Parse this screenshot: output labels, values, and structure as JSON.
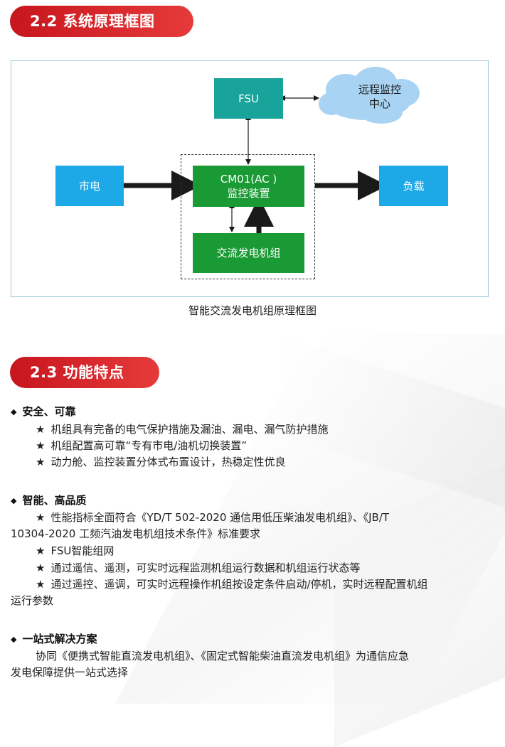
{
  "section_2_2": {
    "title": "2.2 系统原理框图"
  },
  "diagram": {
    "grid": "市电",
    "fsu": "FSU",
    "remote_center_line1": "远程监控",
    "remote_center_line2": "中心",
    "controller_line1": "CM01(AC )",
    "controller_line2": "监控装置",
    "load": "负载",
    "generator": "交流发电机组",
    "caption": "智能交流发电机组原理框图"
  },
  "section_2_3": {
    "title": "2.3 功能特点"
  },
  "features": {
    "bullet_symbol": "◆",
    "star_symbol": "★",
    "group1": {
      "heading": "安全、可靠",
      "items": [
        "机组具有完备的电气保护措施及漏油、漏电、漏气防护措施",
        "机组配置高可靠“专有市电/油机切换装置”",
        "动力舱、监控装置分体式布置设计，热稳定性优良"
      ]
    },
    "group2": {
      "heading": "智能、高品质",
      "item1_line1": "性能指标全面符合《YD/T 502-2020 通信用低压柴油发电机组》、《JB/T",
      "item1_line2": "10304-2020 工频汽油发电机组技术条件》标准要求",
      "item2": "FSU智能组网",
      "item3": "通过遥信、遥测，可实时远程监测机组运行数据和机组运行状态等",
      "item4_line1": "通过遥控、遥调，可实时远程操作机组按设定条件启动/停机，实时远程配置机组",
      "item4_line2": "运行参数"
    },
    "group3": {
      "heading": "一站式解决方案",
      "line1": "协同《便携式智能直流发电机组》、《固定式智能柴油直流发电机组》为通信应急",
      "line2": "发电保障提供一站式选择"
    }
  },
  "colors": {
    "accent_red": "#d3222a",
    "grid_blue": "#1da8e8",
    "fsu_teal": "#18a39b",
    "controller_green": "#1a9a34",
    "cloud_blue": "#a9d3f2"
  }
}
